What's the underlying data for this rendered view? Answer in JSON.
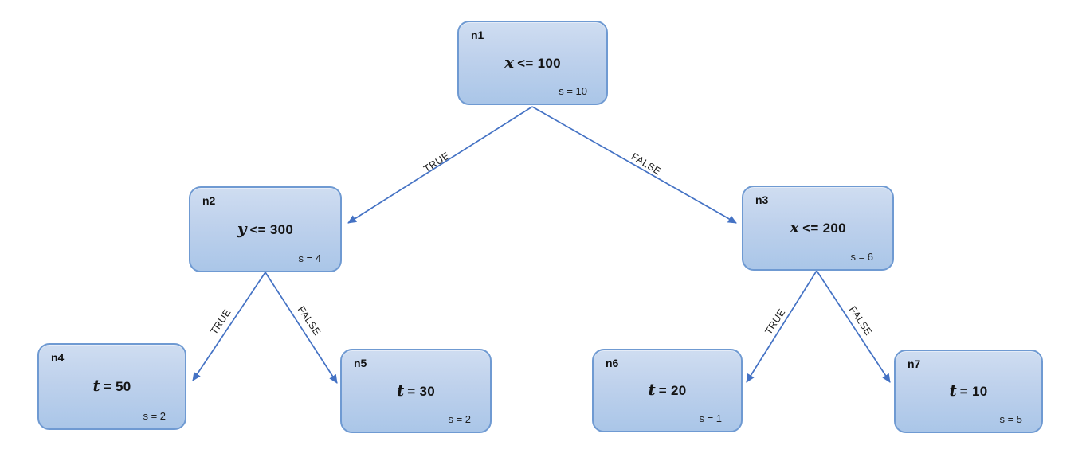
{
  "diagram": {
    "type": "decision-tree",
    "background": "#ffffff"
  },
  "colors": {
    "node_border": "#6f9ad2",
    "node_fill_top": "#cfddf1",
    "node_fill_bottom": "#aac6e8",
    "edge_arrow": "#4472c4",
    "text": "#141414"
  },
  "nodes": [
    {
      "id": "n1",
      "var": "x",
      "expr": "<= 100",
      "samples": "s = 10"
    },
    {
      "id": "n2",
      "var": "y",
      "expr": "<= 300",
      "samples": "s = 4"
    },
    {
      "id": "n3",
      "var": "x",
      "expr": "<= 200",
      "samples": "s = 6"
    },
    {
      "id": "n4",
      "var": "t",
      "expr": "= 50",
      "samples": "s = 2"
    },
    {
      "id": "n5",
      "var": "t",
      "expr": "= 30",
      "samples": "s = 2"
    },
    {
      "id": "n6",
      "var": "t",
      "expr": "= 20",
      "samples": "s = 1"
    },
    {
      "id": "n7",
      "var": "t",
      "expr": "= 10",
      "samples": "s = 5"
    }
  ],
  "edges": [
    {
      "from": "n1",
      "to": "n2",
      "label": "TRUE"
    },
    {
      "from": "n1",
      "to": "n3",
      "label": "FALSE"
    },
    {
      "from": "n2",
      "to": "n4",
      "label": "TRUE"
    },
    {
      "from": "n2",
      "to": "n5",
      "label": "FALSE"
    },
    {
      "from": "n3",
      "to": "n6",
      "label": "TRUE"
    },
    {
      "from": "n3",
      "to": "n7",
      "label": "FALSE"
    }
  ]
}
